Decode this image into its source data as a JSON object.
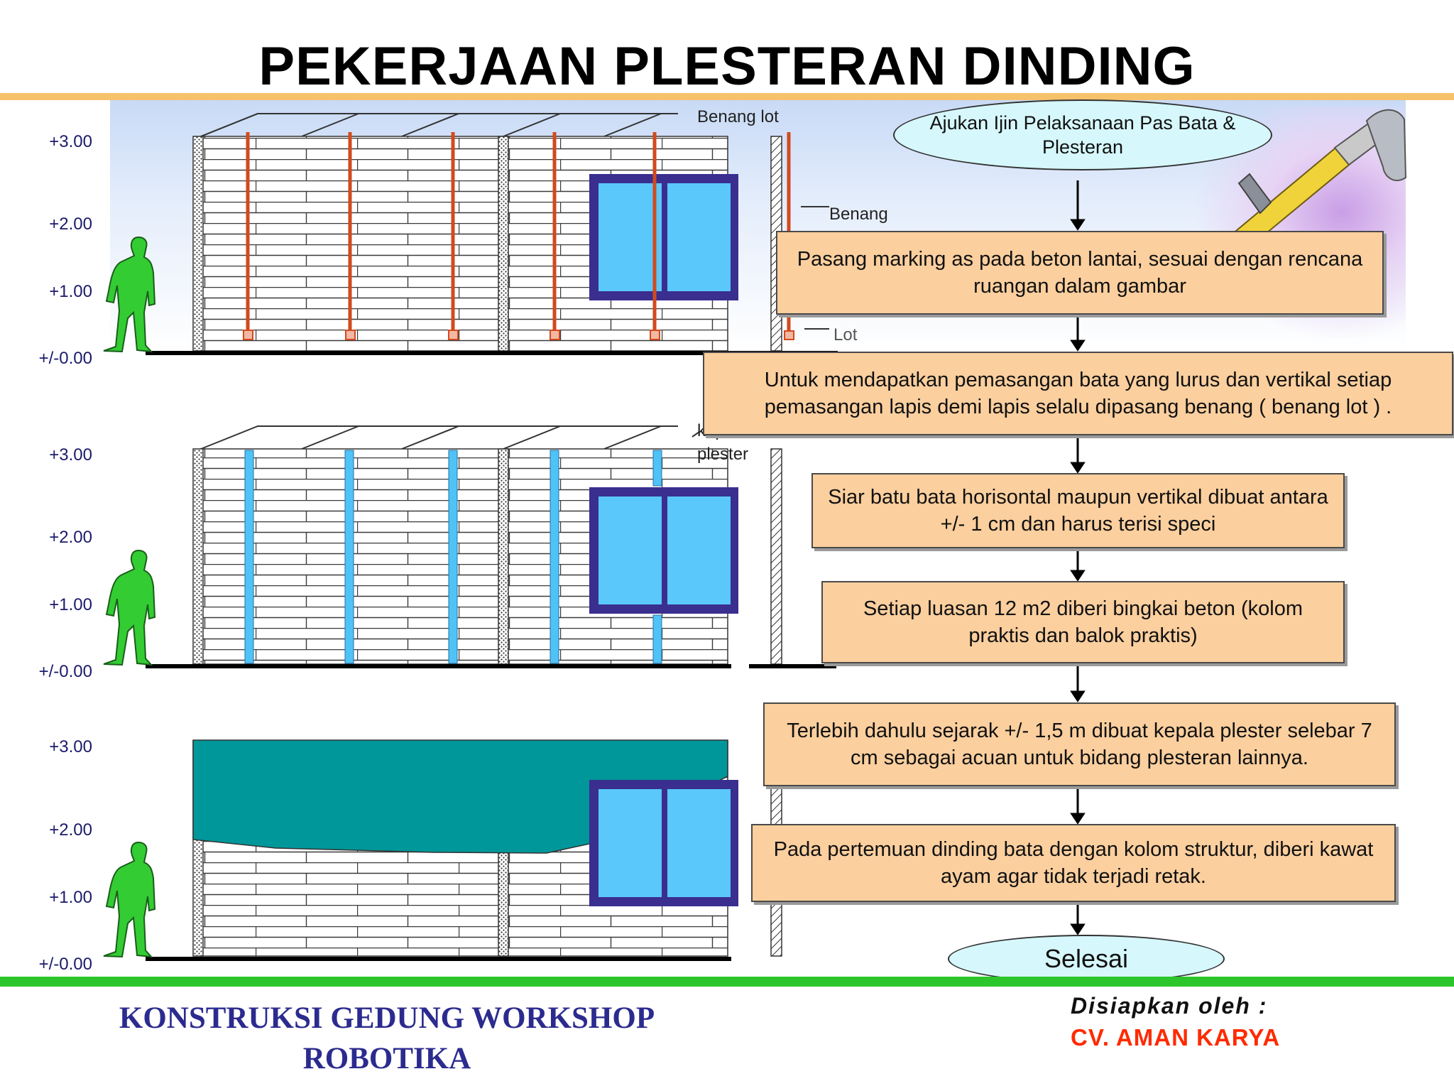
{
  "title": "PEKERJAAN PLESTERAN DINDING",
  "elevation_labels": [
    "+3.00",
    "+2.00",
    "+1.00",
    "+/-0.00"
  ],
  "annotations": {
    "benang_lot": "Benang lot",
    "benang": "Benang",
    "lot": "Lot",
    "kepala_plester": "kepala plester"
  },
  "flow": {
    "start": "Ajukan Ijin Pelaksanaan Pas Bata & Plesteran",
    "steps": [
      "Pasang  marking as  pada beton lantai,  sesuai dengan rencana ruangan dalam gambar",
      "Untuk  mendapatkan pemasangan bata yang lurus  dan vertikal setiap pemasangan  lapis demi lapis selalu dipasang benang ( benang lot ) .",
      "Siar  batu bata horisontal maupun  vertikal  dibuat antara  +/- 1 cm  dan  harus  terisi  speci",
      "Setiap luasan 12 m2 diberi bingkai beton (kolom praktis dan balok praktis)",
      "Terlebih dahulu sejarak +/- 1,5 m dibuat kepala plester selebar 7 cm sebagai acuan untuk bidang plesteran lainnya.",
      "Pada pertemuan dinding bata dengan kolom struktur,  diberi kawat  ayam  agar  tidak  terjadi  retak."
    ],
    "end": "Selesai"
  },
  "footer": {
    "project_line1": "KONSTRUKSI GEDUNG WORKSHOP",
    "project_line2": "ROBOTIKA",
    "prepared_by": "Disiapkan oleh :",
    "company": "CV. AMAN KARYA"
  },
  "colors": {
    "benang_lot": "#d24a1e",
    "kepala_plester": "#4fc3f7",
    "window_frame": "#3a2e8f",
    "window_glass": "#5ac8fa",
    "plaster": "#00979a",
    "person": "#33cc33",
    "step_fill": "#fbcf9e"
  }
}
